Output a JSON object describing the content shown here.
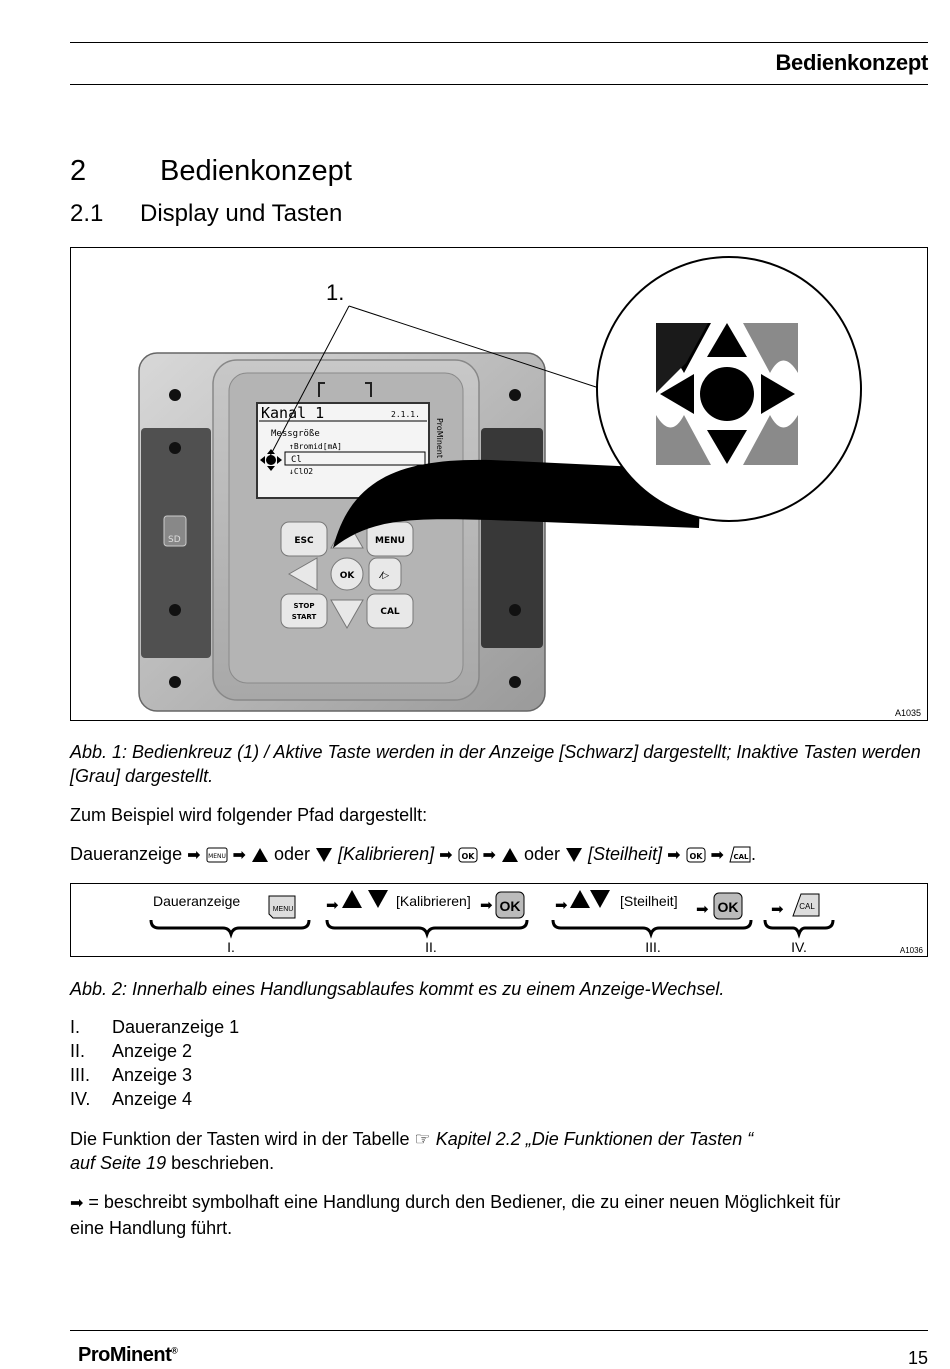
{
  "header": {
    "title": "Bedienkonzept"
  },
  "chapter": {
    "number": "2",
    "title": "Bedienkonzept"
  },
  "section": {
    "number": "2.1",
    "title": "Display und Tasten"
  },
  "figure1": {
    "callout": "1.",
    "display": {
      "line1": "Kanal 1",
      "line1_right": "2.1.1.",
      "line2": "Messgröße",
      "line3": "↑Bromid[mA]",
      "line4": "Cl",
      "line5": "↓ClO2",
      "side_label": "ProMinent"
    },
    "keys": {
      "esc": "ESC",
      "menu": "MENU",
      "ok": "OK",
      "stop": "STOP",
      "start": "START",
      "cal": "CAL",
      "play": "⁄▷"
    },
    "sd_label": "SD",
    "ref": "A1035",
    "caption": "Abb. 1: Bedienkreuz (1) / Aktive Taste werden in der Anzeige [Schwarz] dargestellt; Inaktive Tasten werden [Grau] dargestellt."
  },
  "example_intro": "Zum Beispiel wird folgender Pfad dargestellt:",
  "path": {
    "start": "Daueranzeige",
    "or1": "oder",
    "kal": "[Kalibrieren]",
    "or2": "oder",
    "steil": "[Steilheit]",
    "end": "."
  },
  "figure2": {
    "daueranzeige": "Daueranzeige",
    "kalibrieren": "[Kalibrieren]",
    "steilheit": "[Steilheit]",
    "roman": [
      "I.",
      "II.",
      "III.",
      "IV."
    ],
    "ok": "OK",
    "menu": "MENU",
    "cal": "CAL",
    "ref": "A1036",
    "caption": "Abb. 2: Innerhalb eines Handlungsablaufes kommt es zu einem Anzeige-Wechsel."
  },
  "list": [
    {
      "num": "I.",
      "text": "Daueranzeige 1"
    },
    {
      "num": "II.",
      "text": "Anzeige 2"
    },
    {
      "num": "III.",
      "text": "Anzeige 3"
    },
    {
      "num": "IV.",
      "text": "Anzeige 4"
    }
  ],
  "xref": {
    "before": "Die Funktion der Tasten wird in der Tabelle ",
    "link": "Kapitel 2.2 „Die Funktionen der Tasten “",
    "link2": "auf Seite 19",
    "after": " beschrieben."
  },
  "note": {
    "line1": " = beschreibt symbolhaft eine Handlung durch den Bediener, die zu einer neuen Möglichkeit für",
    "line2": "eine Handlung führt."
  },
  "footer": {
    "logo": "ProMinent",
    "reg": "®",
    "page": "15"
  }
}
